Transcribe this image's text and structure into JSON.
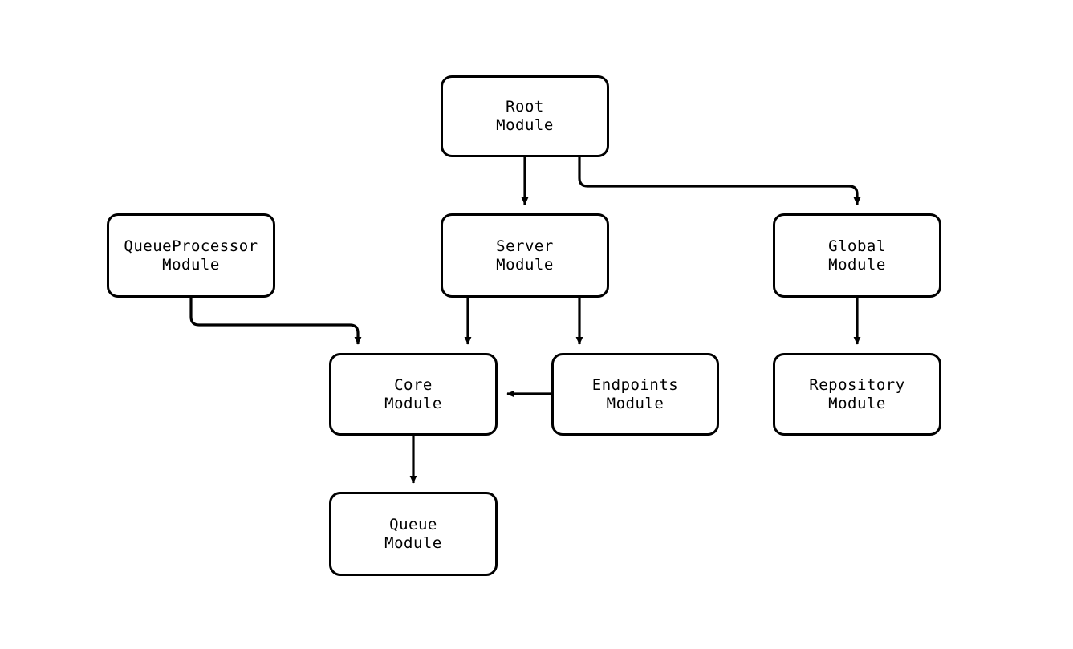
{
  "diagram": {
    "type": "module-dependency-graph",
    "background_color": "#ffffff",
    "stroke_color": "#000000",
    "text_color": "#000000",
    "nodes": [
      {
        "id": "root",
        "line1": "Root",
        "line2": "Module"
      },
      {
        "id": "queueproc",
        "line1": "QueueProcessor",
        "line2": "Module"
      },
      {
        "id": "server",
        "line1": "Server",
        "line2": "Module"
      },
      {
        "id": "global",
        "line1": "Global",
        "line2": "Module"
      },
      {
        "id": "core",
        "line1": "Core",
        "line2": "Module"
      },
      {
        "id": "endpoints",
        "line1": "Endpoints",
        "line2": "Module"
      },
      {
        "id": "repository",
        "line1": "Repository",
        "line2": "Module"
      },
      {
        "id": "queue",
        "line1": "Queue",
        "line2": "Module"
      }
    ],
    "edges": [
      {
        "id": "root-server",
        "from": "root",
        "to": "server",
        "style": "straight-down"
      },
      {
        "id": "root-global",
        "from": "root",
        "to": "global",
        "style": "orthogonal-right"
      },
      {
        "id": "server-core",
        "from": "server",
        "to": "core",
        "style": "straight-down"
      },
      {
        "id": "server-endpoints",
        "from": "server",
        "to": "endpoints",
        "style": "straight-down"
      },
      {
        "id": "queueproc-core",
        "from": "queueproc",
        "to": "core",
        "style": "orthogonal-right"
      },
      {
        "id": "endpoints-core",
        "from": "endpoints",
        "to": "core",
        "style": "straight-left"
      },
      {
        "id": "core-queue",
        "from": "core",
        "to": "queue",
        "style": "straight-down"
      },
      {
        "id": "global-repository",
        "from": "global",
        "to": "repository",
        "style": "straight-down"
      }
    ]
  }
}
